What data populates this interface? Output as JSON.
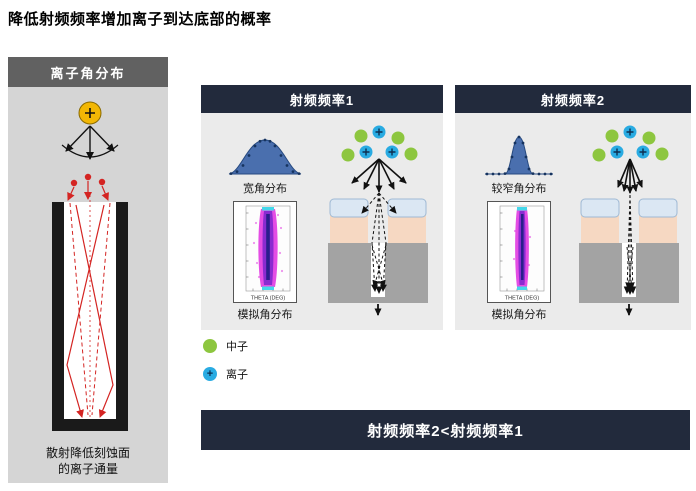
{
  "title": "降低射频频率增加离子到达底部的概率",
  "left_panel": {
    "header": "离子角分布",
    "caption_line1": "散射降低刻蚀面",
    "caption_line2": "的离子通量"
  },
  "panels": [
    {
      "header": "射频频率1",
      "distribution_label": "宽角分布",
      "simulation_label": "模拟角分布",
      "sim_x_axis": "THETA (DEG)"
    },
    {
      "header": "射频频率2",
      "distribution_label": "较窄角分布",
      "simulation_label": "模拟角分布",
      "sim_x_axis": "THETA (DEG)"
    }
  ],
  "legend": {
    "neutral_label": "中子",
    "ion_label": "离子",
    "ion_symbol": "+"
  },
  "banner": "射频频率2<射频频率1",
  "colors": {
    "header_navy": "#222a3c",
    "left_header_gray": "#616161",
    "left_body_gray": "#d5d5d5",
    "panel_body_gray": "#ebebeb",
    "neutral_green": "#8dc63f",
    "ion_blue": "#29abe2",
    "distribution_blue": "#4a6fae",
    "ion_red": "#d42422",
    "mask_peach": "#f6d8c2",
    "mask_cap_blue": "#dbe7f3",
    "substrate_gray": "#a3a3a3"
  }
}
